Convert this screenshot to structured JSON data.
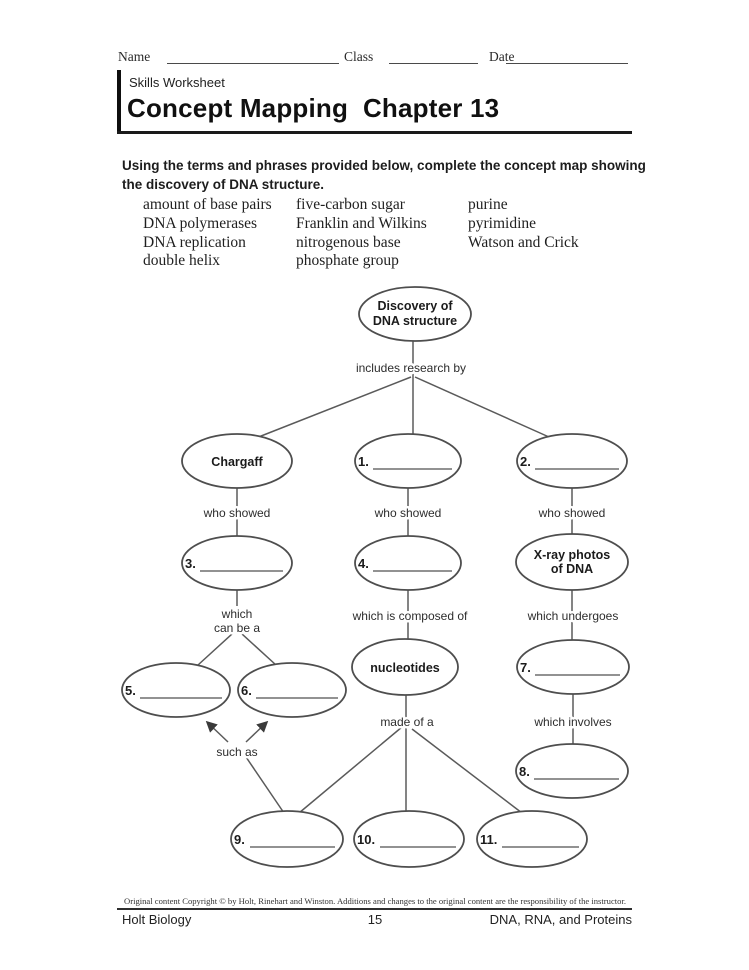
{
  "header": {
    "name_label": "Name",
    "class_label": "Class",
    "date_label": "Date",
    "worksheet_type": "Skills Worksheet",
    "title": "Concept Mapping  Chapter 13"
  },
  "instructions": {
    "text": "Using the terms and phrases provided below, complete the concept map showing the discovery of DNA structure."
  },
  "word_bank": {
    "columns": [
      [
        "amount of base pairs",
        "DNA polymerases",
        "DNA replication",
        "double helix"
      ],
      [
        "five-carbon sugar",
        "Franklin and Wilkins",
        "nitrogenous base",
        "phosphate group"
      ],
      [
        "purine",
        "pyrimidine",
        "Watson and Crick"
      ]
    ]
  },
  "concept_map": {
    "nodes": {
      "root_line1": "Discovery of",
      "root_line2": "DNA structure",
      "chargaff": "Chargaff",
      "xray_line1": "X-ray photos",
      "xray_line2": "of DNA",
      "nucleotides": "nucleotides",
      "blank1": "1.",
      "blank2": "2.",
      "blank3": "3.",
      "blank4": "4.",
      "blank5": "5.",
      "blank6": "6.",
      "blank7": "7.",
      "blank8": "8.",
      "blank9": "9.",
      "blank10": "10.",
      "blank11": "11."
    },
    "edge_labels": {
      "includes_research_by": "includes research by",
      "who_showed": "who showed",
      "which": "which",
      "can_be_a": "can be a",
      "which_is_composed_of": "which is composed of",
      "which_undergoes": "which undergoes",
      "made_of_a": "made of a",
      "which_involves": "which involves",
      "such_as": "such as"
    }
  },
  "footer": {
    "copyright": "Original content Copyright © by Holt, Rinehart and Winston. Additions and changes to the original content are the responsibility of the instructor.",
    "book_title": "Holt Biology",
    "page_number": "15",
    "chapter_title": "DNA, RNA, and Proteins"
  },
  "colors": {
    "ink": "#1b1b1b",
    "line": "#5a5a5a",
    "paper": "#ffffff"
  }
}
